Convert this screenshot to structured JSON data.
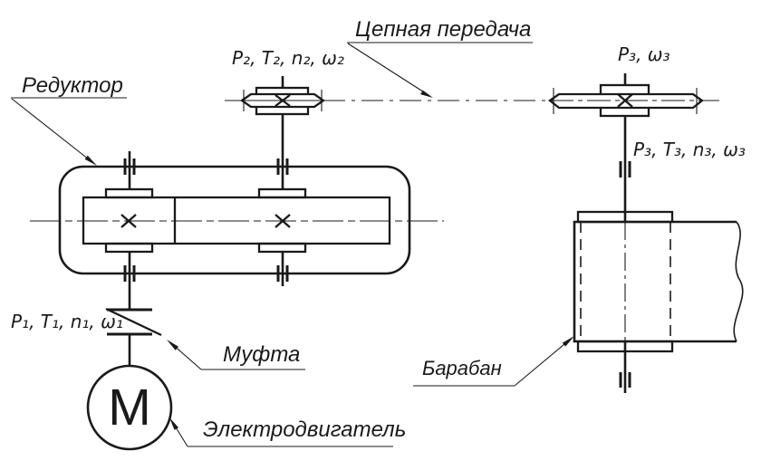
{
  "colors": {
    "ink": "#1a1a1a",
    "background": "#ffffff"
  },
  "labels": {
    "reducer": "Редуктор",
    "chain_drive": "Цепная передача",
    "coupling": "Муфта",
    "motor": "Электродвигатель",
    "drum": "Барабан"
  },
  "params": {
    "shaft1": "P₁, T₁, n₁, ω₁",
    "shaft2": "P₂, T₂, n₂, ω₂",
    "sprocket3": "P₃, ω₃",
    "shaft3": "P₃, T₃, n₃, ω₃"
  },
  "motor_symbol": "M"
}
